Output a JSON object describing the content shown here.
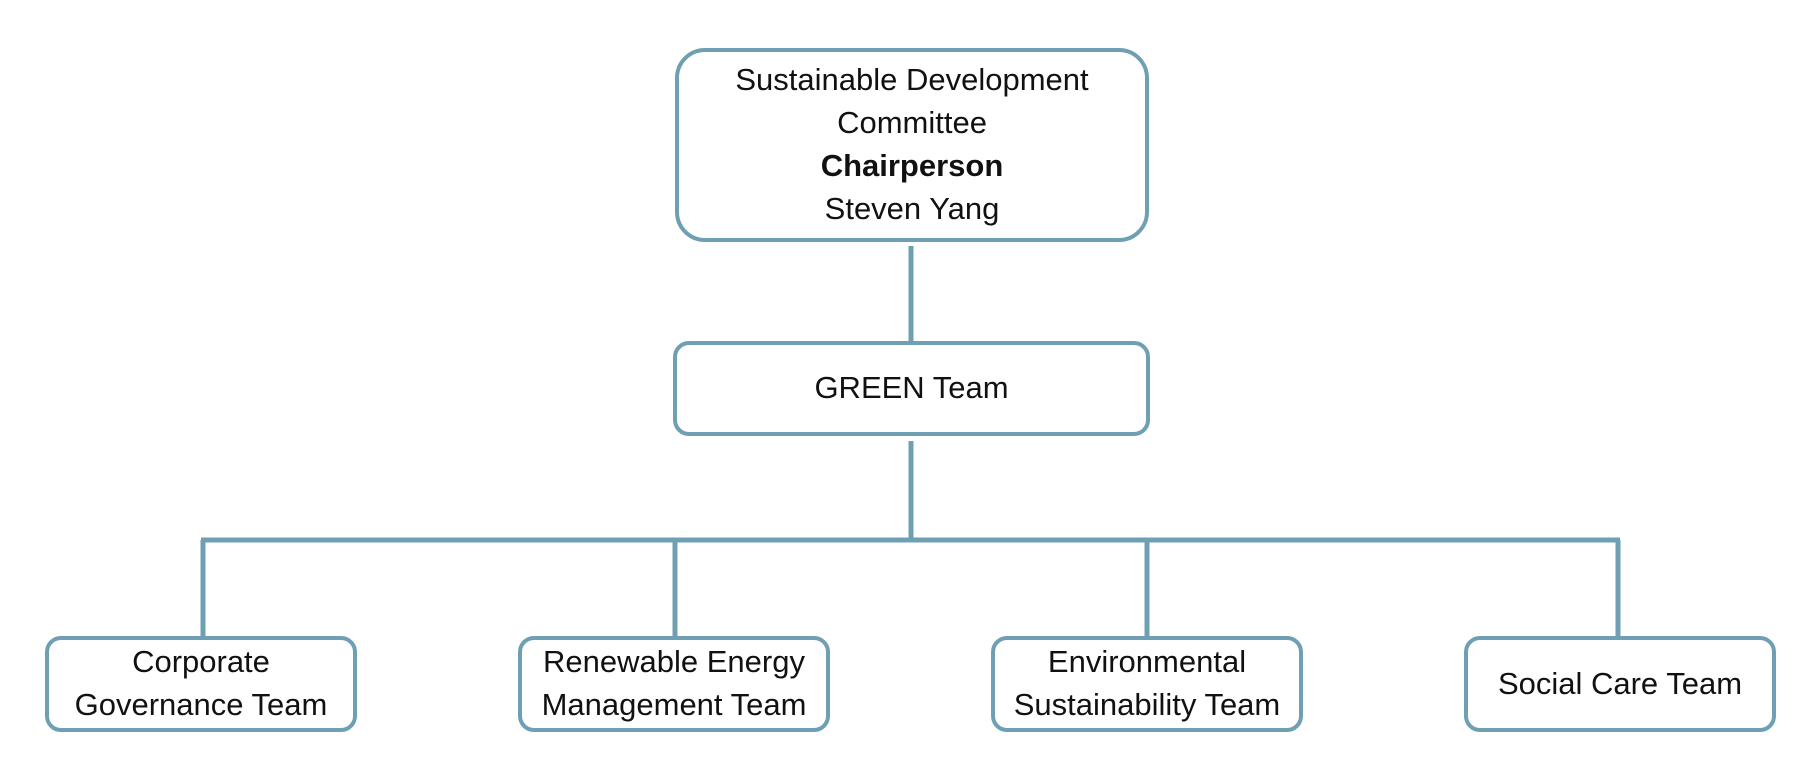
{
  "colors": {
    "border": "#6f9fb3",
    "connector": "#6f9fb3",
    "text": "#111111",
    "background": "#ffffff"
  },
  "committee": {
    "name_line1": "Sustainable Development",
    "name_line2": "Committee",
    "role": "Chairperson",
    "person": "Steven Yang"
  },
  "green_team": {
    "label": "GREEN Team"
  },
  "teams": [
    {
      "line1": "Corporate",
      "line2": "Governance Team"
    },
    {
      "line1": "Renewable Energy",
      "line2": "Management Team"
    },
    {
      "line1": "Environmental",
      "line2": "Sustainability Team"
    },
    {
      "line1": "Social Care Team"
    }
  ]
}
